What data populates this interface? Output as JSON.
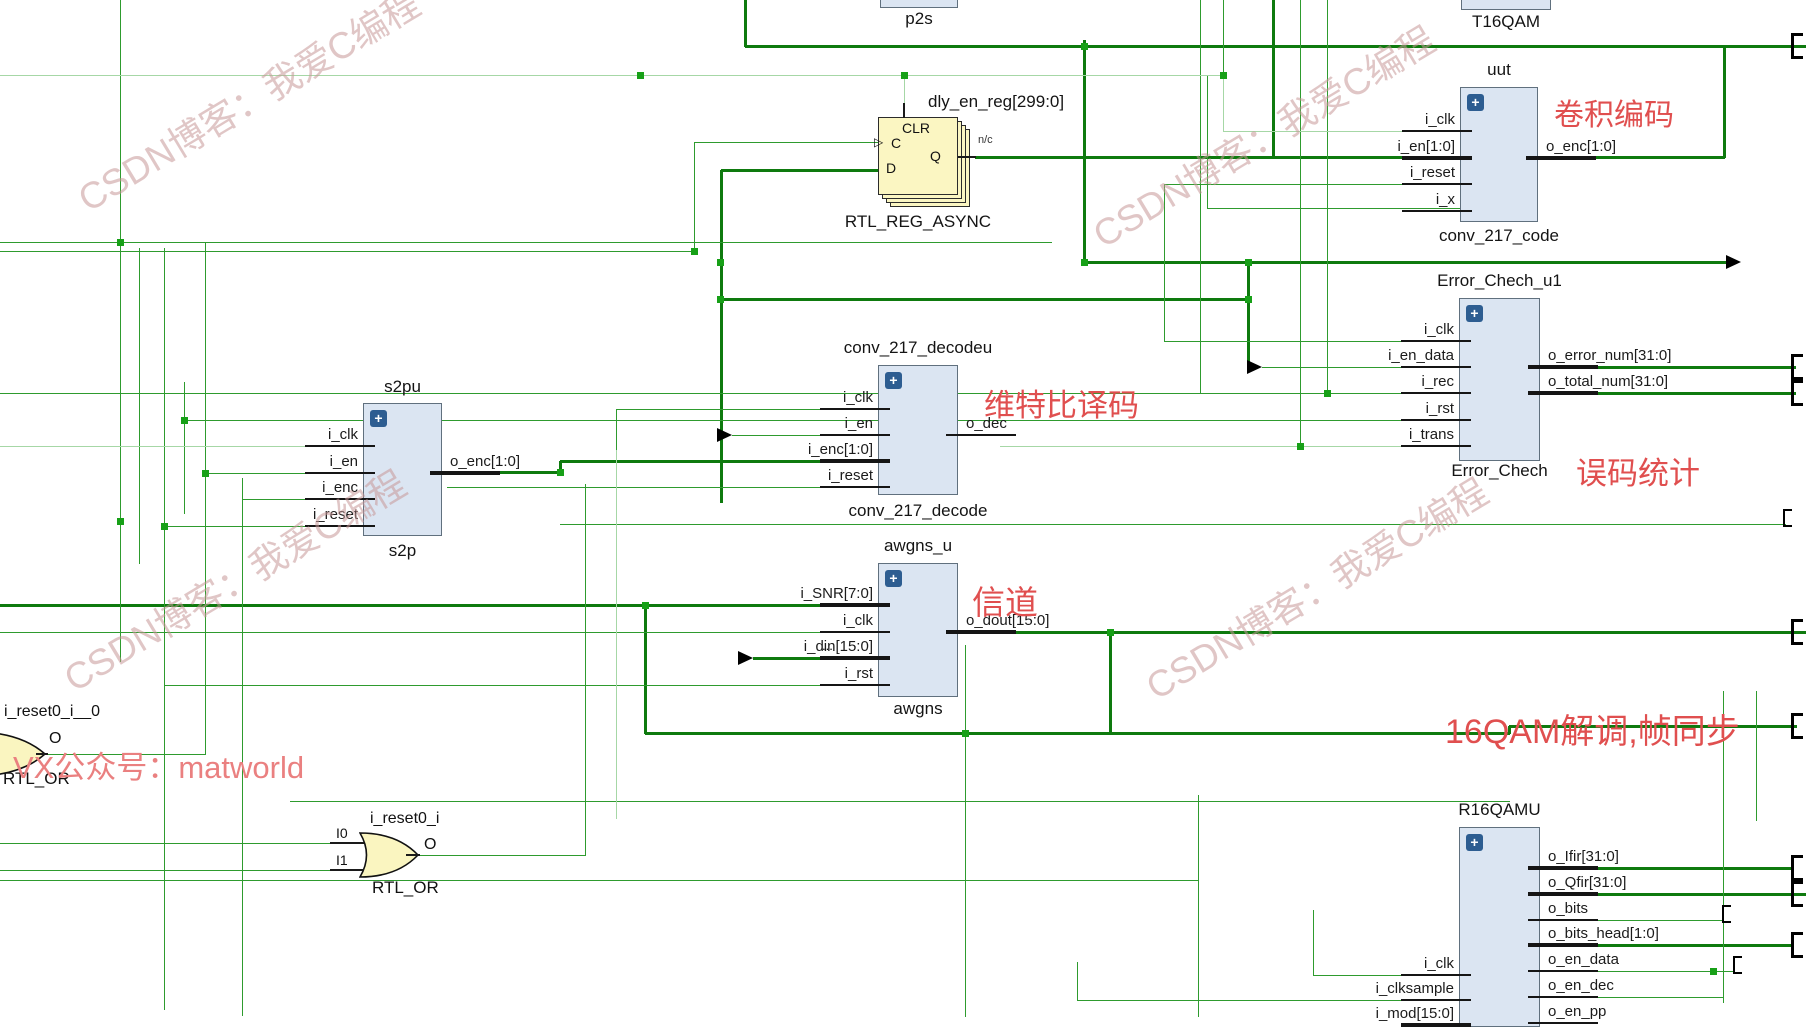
{
  "watermark": {
    "csdn": "CSDN博客：我爱C编程",
    "vx": "VX公众号：matworld"
  },
  "annotations": {
    "conv": "卷积编码",
    "error": "误码统计",
    "viterbi": "维特比译码",
    "channel": "信道",
    "qam": "16QAM解调,帧同步"
  },
  "blocks": {
    "p2s": {
      "label": "p2s",
      "left": [],
      "right": []
    },
    "t16qam": {
      "label": "T16QAM",
      "left": [],
      "right": []
    },
    "uut": {
      "title": "uut",
      "label": "conv_217_code",
      "left": [
        "i_clk",
        "i_en[1:0]",
        "i_reset",
        "i_x"
      ],
      "right": [
        "o_enc[1:0]"
      ]
    },
    "error": {
      "title": "Error_Chech_u1",
      "label": "Error_Chech",
      "left": [
        "i_clk",
        "i_en_data",
        "i_rec",
        "i_rst",
        "i_trans"
      ],
      "right": [
        "o_error_num[31:0]",
        "o_total_num[31:0]"
      ]
    },
    "decode": {
      "title": "conv_217_decodeu",
      "label": "conv_217_decode",
      "left": [
        "i_clk",
        "i_en",
        "i_enc[1:0]",
        "i_reset"
      ],
      "right": [
        "o_dec"
      ]
    },
    "s2p": {
      "title": "s2pu",
      "label": "s2p",
      "left": [
        "i_clk",
        "i_en",
        "i_enc",
        "i_reset"
      ],
      "right": [
        "o_enc[1:0]"
      ]
    },
    "awgns": {
      "title": "awgns_u",
      "label": "awgns",
      "left": [
        "i_SNR[7:0]",
        "i_clk",
        "i_din[15:0]",
        "i_rst"
      ],
      "right": [
        "o_dout[15:0]"
      ]
    },
    "r16qam": {
      "title": "R16QAMU",
      "left": [
        "i_clk",
        "i_clksample",
        "i_mod[15:0]"
      ],
      "right": [
        "o_Ifir[31:0]",
        "o_Qfir[31:0]",
        "o_bits",
        "o_bits_head[1:0]",
        "o_en_data",
        "o_en_dec",
        "o_en_pp"
      ]
    }
  },
  "register": {
    "title": "dly_en_reg[299:0]",
    "label": "RTL_REG_ASYNC",
    "clr": "CLR",
    "c": "C",
    "d": "D",
    "q": "Q",
    "nc": "n/c"
  },
  "gates": [
    {
      "title": "i_reset0_i__0",
      "out": "O",
      "label": "RTL_OR"
    },
    {
      "title": "i_reset0_i",
      "in0": "I0",
      "in1": "I1",
      "out": "O",
      "label": "RTL_OR"
    }
  ],
  "misc": {
    "ellipsis": "..."
  }
}
